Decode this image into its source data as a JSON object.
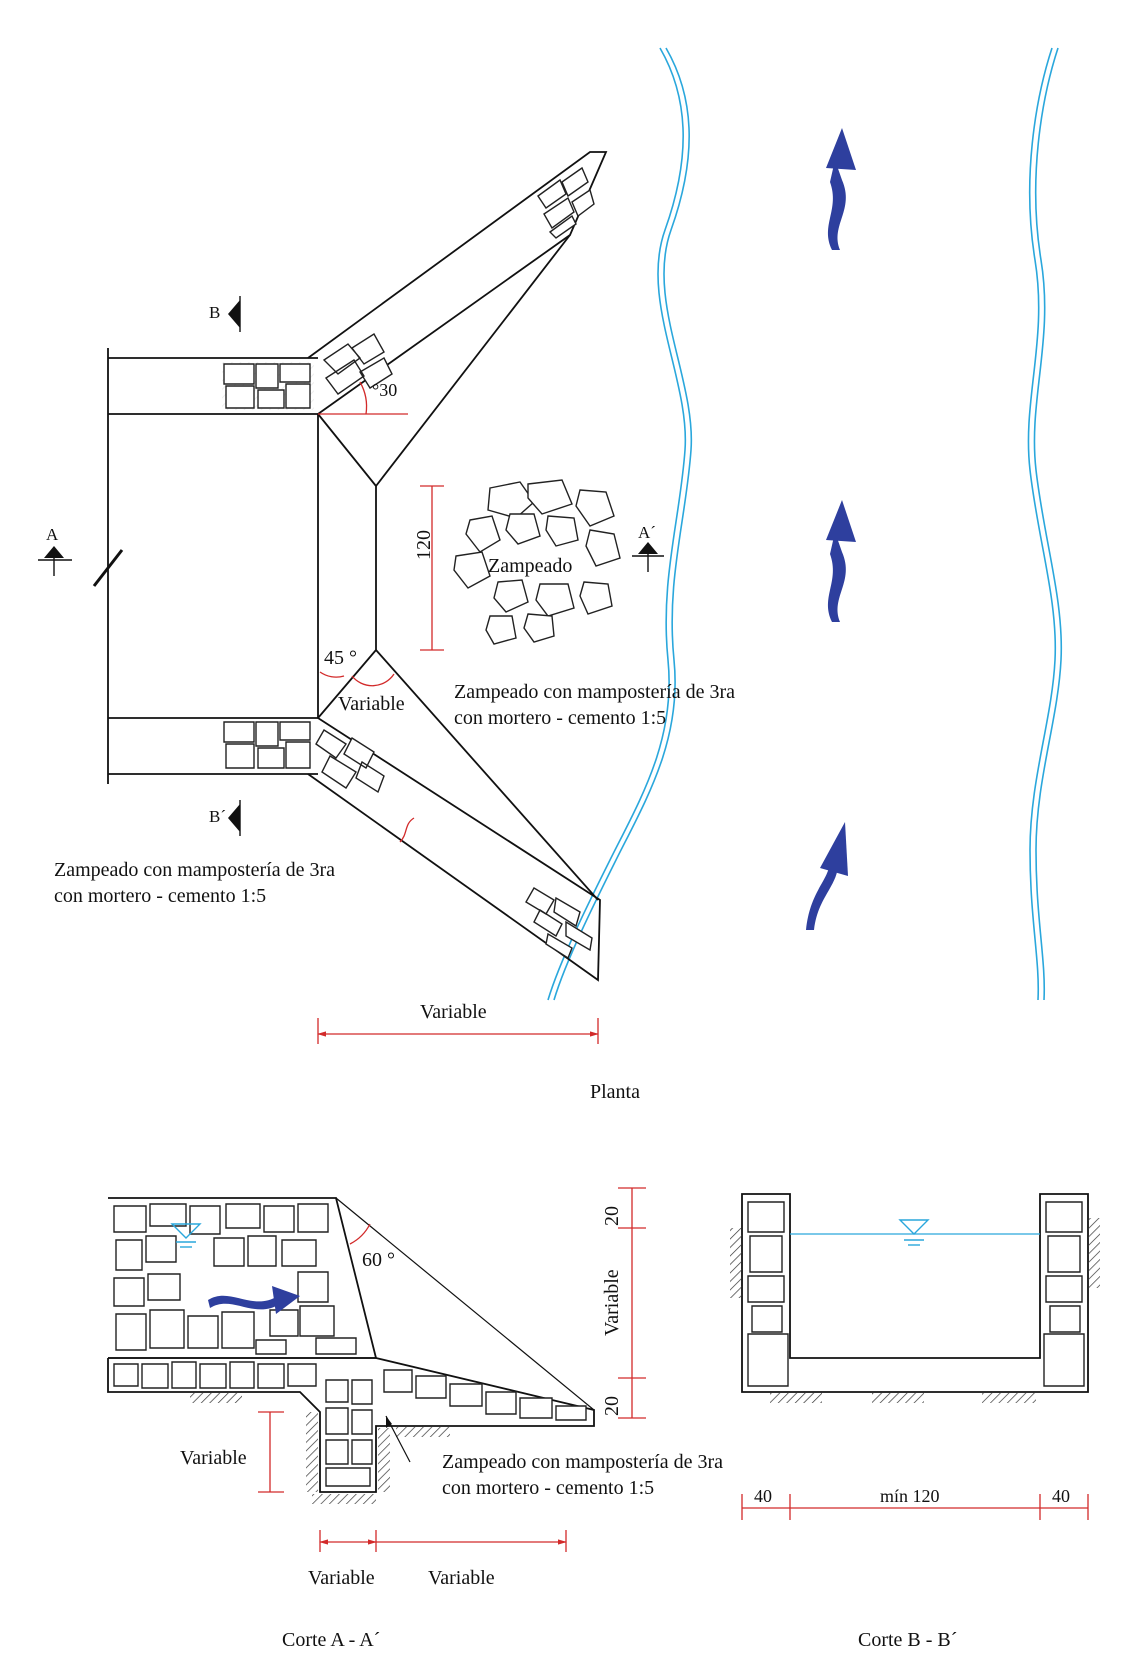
{
  "colors": {
    "line": "#111111",
    "dimension": "#d22a2a",
    "river": "#2aa7dc",
    "flow_arrow": "#2e3f9e",
    "water_symbol": "#2aa7dc"
  },
  "plan": {
    "title": "Planta",
    "angle_top": "°30",
    "angle_bottom": "45 °",
    "variable_inner": "Variable",
    "dim_vertical": "120",
    "zampeado": "Zampeado",
    "note_right_line1": "Zampeado con mampostería de 3ra",
    "note_right_line2": "con mortero - cemento 1:5",
    "note_left_line1": "Zampeado con mampostería de 3ra",
    "note_left_line2": "con mortero - cemento 1:5",
    "dim_bottom": "Variable",
    "section_a": "A",
    "section_a_prime": "A´",
    "section_b": "B",
    "section_b_prime": "B´"
  },
  "section_aa": {
    "title": "Corte A - A´",
    "angle": "60 °",
    "dim_top": "20",
    "dim_middle": "Variable",
    "dim_bottom": "20",
    "dim_depth": "Variable",
    "dim_width1": "Variable",
    "dim_width2": "Variable",
    "note_line1": "Zampeado con mampostería de 3ra",
    "note_line2": "con mortero - cemento 1:5"
  },
  "section_bb": {
    "title": "Corte B - B´",
    "dim_left": "40",
    "dim_center": "mín 120",
    "dim_right": "40"
  }
}
